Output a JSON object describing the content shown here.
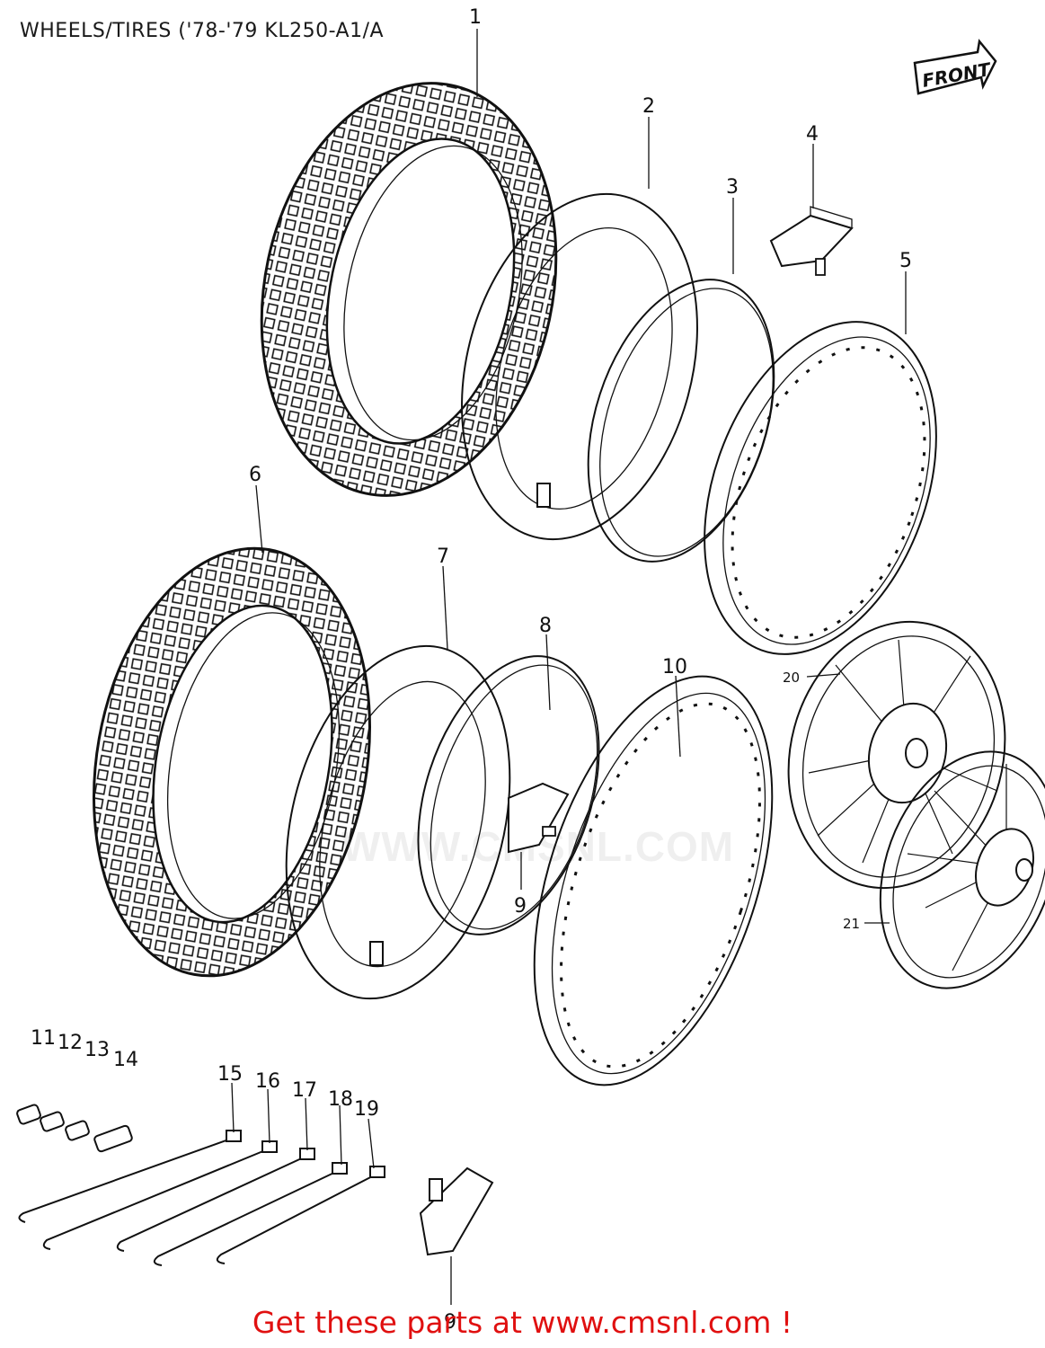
{
  "title": "WHEELS/TIRES ('78-'79 KL250-A1/A",
  "footer": "Get these parts at www.cmsnl.com !",
  "watermark": "WWW.CMSNL.COM",
  "front_badge": "FRONT",
  "callouts": {
    "c1": "1",
    "c2": "2",
    "c3": "3",
    "c4": "4",
    "c5": "5",
    "c6": "6",
    "c7": "7",
    "c8": "8",
    "c9": "9",
    "c10": "10",
    "c11": "11",
    "c12": "12",
    "c13": "13",
    "c14": "14",
    "c15": "15",
    "c16": "16",
    "c17": "17",
    "c18": "18",
    "c19": "19",
    "c20": "20",
    "c21": "21",
    "c9b": "9"
  },
  "colors": {
    "footer": "#e01010",
    "line": "#111111"
  }
}
